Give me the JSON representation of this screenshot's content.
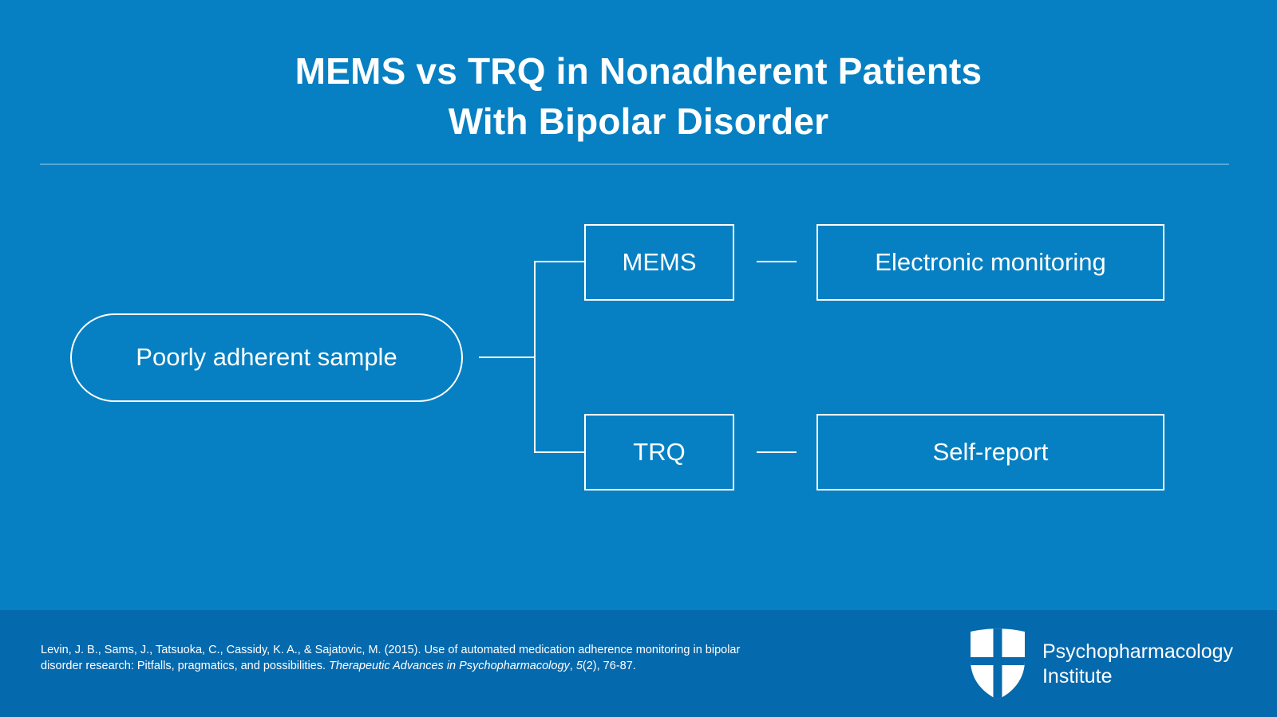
{
  "slide": {
    "background_color": "#0680c2",
    "footer_color": "#0569ad",
    "accent_color": "#ffffff",
    "divider_color": "#55a7d6"
  },
  "title": {
    "line1": "MEMS vs TRQ in Nonadherent Patients",
    "line2": "With Bipolar Disorder"
  },
  "diagram": {
    "root": {
      "label": "Poorly adherent sample",
      "shape": "pill"
    },
    "branches": [
      {
        "method": "MEMS",
        "description": "Electronic monitoring"
      },
      {
        "method": "TRQ",
        "description": "Self-report"
      }
    ]
  },
  "footer": {
    "citation": {
      "part1": "Levin, J. B., Sams, J., Tatsuoka, C., Cassidy, K. A., & Sajatovic, M. (2015). Use of automated medication adherence monitoring in bipolar disorder research: Pitfalls, pragmatics, and possibilities. ",
      "journal": "Therapeutic Advances in Psychopharmacology",
      "part2": ", ",
      "volume": "5",
      "part3": "(2), 76-87."
    },
    "brand": {
      "line1": "Psychopharmacology",
      "line2": "Institute"
    }
  }
}
